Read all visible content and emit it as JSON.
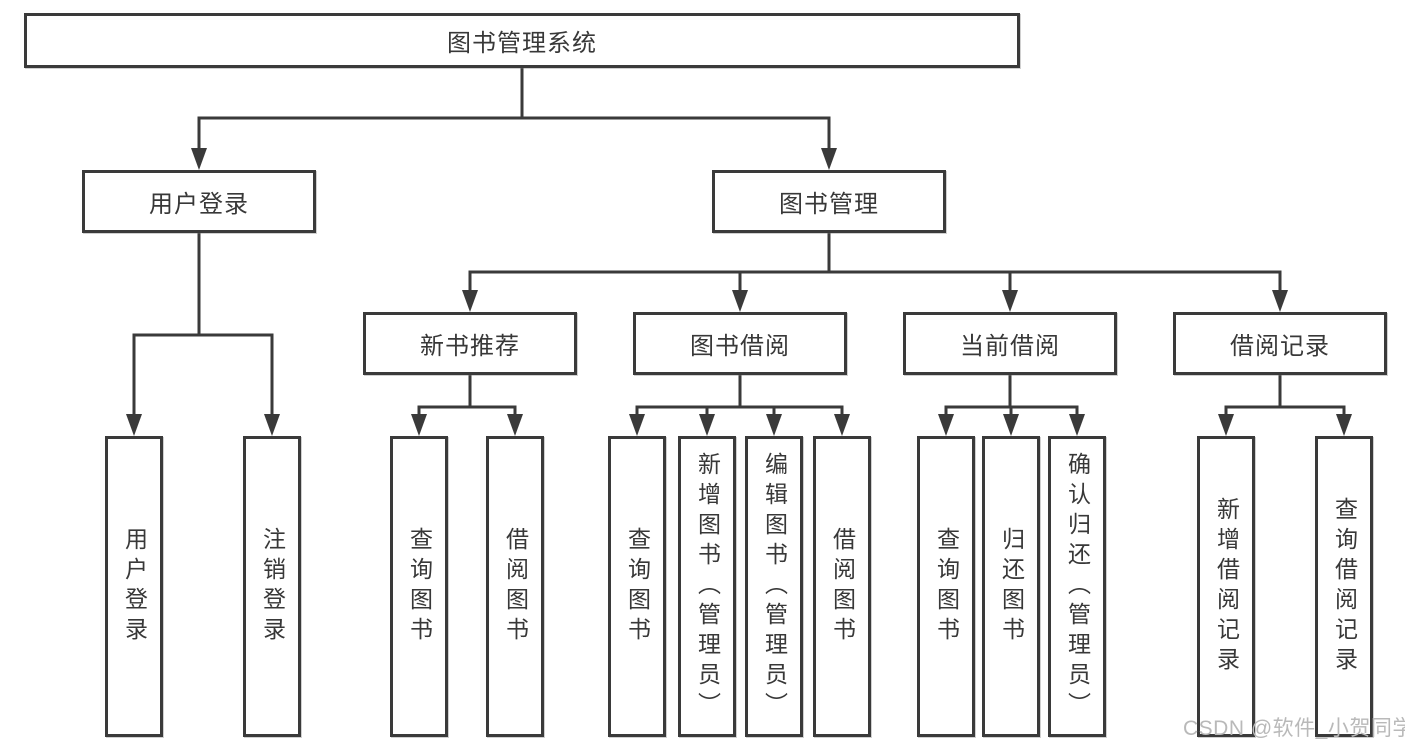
{
  "diagram": {
    "title": "图书管理系统",
    "root": {
      "label": "图书管理系统"
    },
    "level2": [
      {
        "id": "user-login-group",
        "label": "用户登录"
      },
      {
        "id": "book-management",
        "label": "图书管理"
      }
    ],
    "level3": [
      {
        "id": "new-book-recommendation",
        "label": "新书推荐"
      },
      {
        "id": "book-borrowing",
        "label": "图书借阅"
      },
      {
        "id": "current-borrowing",
        "label": "当前借阅"
      },
      {
        "id": "borrowing-records",
        "label": "借阅记录"
      }
    ],
    "leaves": [
      {
        "id": "user-login",
        "parent": "user-login-group",
        "label": "用户登录"
      },
      {
        "id": "logout",
        "parent": "user-login-group",
        "label": "注销登录"
      },
      {
        "id": "search-books-recommend",
        "parent": "new-book-recommendation",
        "label": "查询图书"
      },
      {
        "id": "borrow-books-recommend",
        "parent": "new-book-recommendation",
        "label": "借阅图书"
      },
      {
        "id": "search-books-borrowing",
        "parent": "book-borrowing",
        "label": "查询图书"
      },
      {
        "id": "add-books-admin",
        "parent": "book-borrowing",
        "label": "新增图书（管理员）"
      },
      {
        "id": "edit-books-admin",
        "parent": "book-borrowing",
        "label": "编辑图书（管理员）"
      },
      {
        "id": "borrow-books-borrowing",
        "parent": "book-borrowing",
        "label": "借阅图书"
      },
      {
        "id": "search-books-current",
        "parent": "current-borrowing",
        "label": "查询图书"
      },
      {
        "id": "return-books",
        "parent": "current-borrowing",
        "label": "归还图书"
      },
      {
        "id": "confirm-return-admin",
        "parent": "current-borrowing",
        "label": "确认归还（管理员）"
      },
      {
        "id": "add-borrow-record",
        "parent": "borrowing-records",
        "label": "新增借阅记录"
      },
      {
        "id": "search-borrow-record",
        "parent": "borrowing-records",
        "label": "查询借阅记录"
      }
    ],
    "watermark": "CSDN @软件_小贺同学",
    "colors": {
      "line": "#3a3a3a",
      "border": "#3a3a3a",
      "text": "#383838",
      "watermark": "#b9b9b9",
      "background": "#ffffff"
    }
  }
}
